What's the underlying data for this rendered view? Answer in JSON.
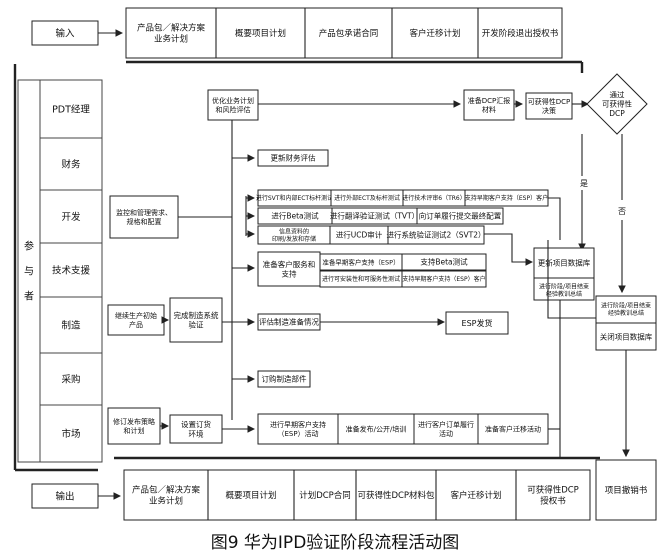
{
  "input_label": "输入",
  "output_label": "输出",
  "input_row": [
    "产品包／解决方案\n业务计划",
    "概要项目计划",
    "产品包承诺合同",
    "客户迁移计划",
    "开发阶段退出授权书"
  ],
  "output_row": [
    "产品包／解决方案\n业务计划",
    "概要项目计划",
    "计划DCP合同",
    "可获得性DCP材料包",
    "客户迁移计划",
    "可获得性DCP\n授权书"
  ],
  "participants_label": "参\n\n与\n\n者",
  "lanes": [
    "PDT经理",
    "财务",
    "开发",
    "技术支援",
    "制造",
    "采购",
    "市场"
  ],
  "nodes": {
    "optimize_plan": "优化业务计划\n和风险评估",
    "prepare_dcp": "准备DCP汇报\n材料",
    "available_dcp": "可获得性DCP\n决策",
    "decision": "通过\n可获得性\nDCP",
    "yes": "是",
    "no": "否",
    "update_finance": "更新财务评估",
    "monitor": "监控和管理需求、\n规格和配置",
    "dev_r1": [
      "进行SVT和内部ECT标杆测试",
      "进行外部ECT及标杆测试",
      "进行技术评审6（TR6）",
      "支持早期客户支持（ESP）客户"
    ],
    "beta_test": "进行Beta测试",
    "translation_test": "进行翻译验证测试（TVT）",
    "order_fulfillment": "向订单履行提交最终配置",
    "info_material": "信息资料的\n印刷/发放和存储",
    "ucd_audit": "进行UCD审计",
    "svt2": "进行系统验证测试2（SVT2）",
    "prep_customer_service": "准备客户服务和\n支持",
    "prep_esp": "准备早期客户支持（ESP）",
    "support_beta": "支持Beta测试",
    "install_test": "进行可安装性和可服务性测试",
    "support_esp": "支持早期客户支持（ESP）客户",
    "continue_initial": "继续生产初始\n产品",
    "complete_mfg": "完成制造系统\n验证",
    "assess_mfg": "评估制造准备情况",
    "esp_ship": "ESP发货",
    "order_parts": "订购制造部件",
    "update_db": "更新项目数据库",
    "summary_left": "进行阶段/项目结束\n经验教训总结",
    "summary_right": "进行阶段/项目结束\n经验教训总结",
    "close_db": "关闭项目数据库",
    "revise_launch": "修订发布策略\n和计划",
    "setup_order": "设置订货\n环境",
    "early_esp": "进行早期客户支持\n（ESP）活动",
    "prep_launch": "准备发布/公开/培训",
    "customer_order": "进行客户订单履行\n活动",
    "prep_migration": "准备客户迁移活动",
    "project_cancel": "项目撤销书"
  },
  "caption": "图9 华为IPD验证阶段流程活动图"
}
